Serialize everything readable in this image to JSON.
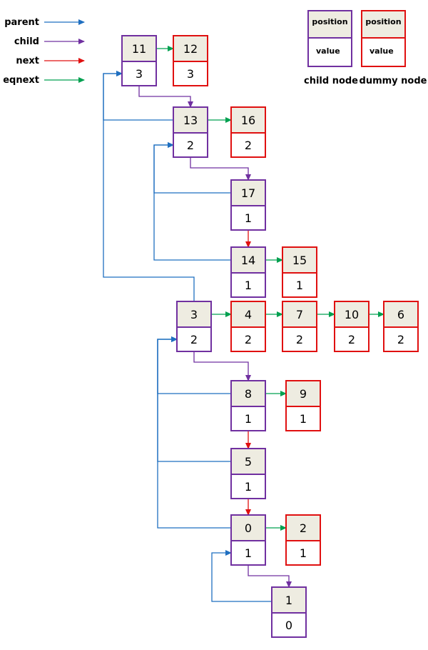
{
  "colors": {
    "parent": "#1f6fc0",
    "child": "#7030a0",
    "next": "#e01010",
    "eqnext": "#00a050",
    "child_border": "#7030a0",
    "dummy_border": "#e01010",
    "header_fill": "#eeece1",
    "text": "#000000"
  },
  "legend": {
    "items": [
      {
        "key": "parent",
        "label": "parent"
      },
      {
        "key": "child",
        "label": "child"
      },
      {
        "key": "next",
        "label": "next"
      },
      {
        "key": "eqnext",
        "label": "eqnext"
      }
    ],
    "samples": [
      {
        "kind": "child",
        "top": "position",
        "bottom": "value",
        "caption": "child node"
      },
      {
        "kind": "dummy",
        "top": "position",
        "bottom": "value",
        "caption": "dummy node"
      }
    ]
  },
  "nodes": [
    {
      "id": "n11",
      "kind": "child",
      "position": "11",
      "value": "3"
    },
    {
      "id": "d12",
      "kind": "dummy",
      "position": "12",
      "value": "3"
    },
    {
      "id": "n13",
      "kind": "child",
      "position": "13",
      "value": "2"
    },
    {
      "id": "d16",
      "kind": "dummy",
      "position": "16",
      "value": "2"
    },
    {
      "id": "n17",
      "kind": "child",
      "position": "17",
      "value": "1"
    },
    {
      "id": "n14",
      "kind": "child",
      "position": "14",
      "value": "1"
    },
    {
      "id": "d15",
      "kind": "dummy",
      "position": "15",
      "value": "1"
    },
    {
      "id": "n3",
      "kind": "child",
      "position": "3",
      "value": "2"
    },
    {
      "id": "d4",
      "kind": "dummy",
      "position": "4",
      "value": "2"
    },
    {
      "id": "d7",
      "kind": "dummy",
      "position": "7",
      "value": "2"
    },
    {
      "id": "d10",
      "kind": "dummy",
      "position": "10",
      "value": "2"
    },
    {
      "id": "d6",
      "kind": "dummy",
      "position": "6",
      "value": "2"
    },
    {
      "id": "n8",
      "kind": "child",
      "position": "8",
      "value": "1"
    },
    {
      "id": "d9",
      "kind": "dummy",
      "position": "9",
      "value": "1"
    },
    {
      "id": "n5",
      "kind": "child",
      "position": "5",
      "value": "1"
    },
    {
      "id": "n0",
      "kind": "child",
      "position": "0",
      "value": "1"
    },
    {
      "id": "d2",
      "kind": "dummy",
      "position": "2",
      "value": "1"
    },
    {
      "id": "n1",
      "kind": "child",
      "position": "1",
      "value": "0"
    }
  ],
  "edges": [
    {
      "type": "eqnext",
      "from": "n11",
      "to": "d12"
    },
    {
      "type": "child",
      "from": "n11",
      "to": "n13"
    },
    {
      "type": "eqnext",
      "from": "n13",
      "to": "d16"
    },
    {
      "type": "child",
      "from": "n13",
      "to": "n17"
    },
    {
      "type": "next",
      "from": "n17",
      "to": "n14"
    },
    {
      "type": "eqnext",
      "from": "n14",
      "to": "d15"
    },
    {
      "type": "eqnext",
      "from": "n3",
      "to": "d4"
    },
    {
      "type": "eqnext",
      "from": "d4",
      "to": "d7"
    },
    {
      "type": "eqnext",
      "from": "d7",
      "to": "d10"
    },
    {
      "type": "eqnext",
      "from": "d10",
      "to": "d6"
    },
    {
      "type": "child",
      "from": "n3",
      "to": "n8"
    },
    {
      "type": "eqnext",
      "from": "n8",
      "to": "d9"
    },
    {
      "type": "next",
      "from": "n8",
      "to": "n5"
    },
    {
      "type": "next",
      "from": "n5",
      "to": "n0"
    },
    {
      "type": "eqnext",
      "from": "n0",
      "to": "d2"
    },
    {
      "type": "child",
      "from": "n0",
      "to": "n1"
    },
    {
      "type": "parent",
      "from": "n13",
      "to": "n11"
    },
    {
      "type": "parent",
      "from": "n3",
      "to": "n11"
    },
    {
      "type": "parent",
      "from": "n17",
      "to": "n13"
    },
    {
      "type": "parent",
      "from": "n14",
      "to": "n13"
    },
    {
      "type": "parent",
      "from": "n8",
      "to": "n3"
    },
    {
      "type": "parent",
      "from": "n5",
      "to": "n3"
    },
    {
      "type": "parent",
      "from": "n0",
      "to": "n3"
    },
    {
      "type": "parent",
      "from": "n1",
      "to": "n0"
    }
  ]
}
